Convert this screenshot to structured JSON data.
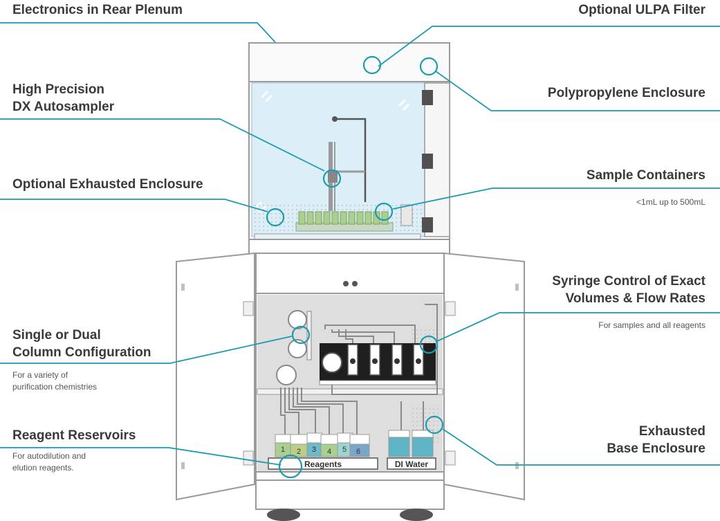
{
  "labels": {
    "electronics": "Electronics in Rear Plenum",
    "ulpa": "Optional ULPA Filter",
    "autosampler_line1": "High Precision",
    "autosampler_line2": "DX Autosampler",
    "polypropylene": "Polypropylene Enclosure",
    "exhausted_enclosure": "Optional Exhausted Enclosure",
    "sample_containers": "Sample Containers",
    "sample_containers_sub": "<1mL up to 500mL",
    "syringe_line1": "Syringe Control of Exact",
    "syringe_line2": "Volumes & Flow Rates",
    "syringe_sub": "For samples and all reagents",
    "column_line1": "Single or Dual",
    "column_line2": "Column Configuration",
    "column_sub_line1": "For a variety of",
    "column_sub_line2": "purification chemistries",
    "reservoirs": "Reagent Reservoirs",
    "reservoirs_sub_line1": "For autodilution and",
    "reservoirs_sub_line2": "elution reagents.",
    "base_line1": "Exhausted",
    "base_line2": "Base Enclosure"
  },
  "bottles": {
    "reagent_numbers": [
      "1",
      "2",
      "3",
      "4",
      "5",
      "6"
    ],
    "reagents_label": "Reagents",
    "di_water_label": "DI Water"
  },
  "colors": {
    "callout_line": "#1a9bb0",
    "label_text": "#3a3a3a",
    "enclosure_glass": "#dceef7",
    "cabinet_grey": "#dedede",
    "outline": "#9a9a9a",
    "bottle_green": "#a9d08e",
    "bottle_teal": "#6fb9c9",
    "bottle_blue": "#7aa7c7"
  }
}
